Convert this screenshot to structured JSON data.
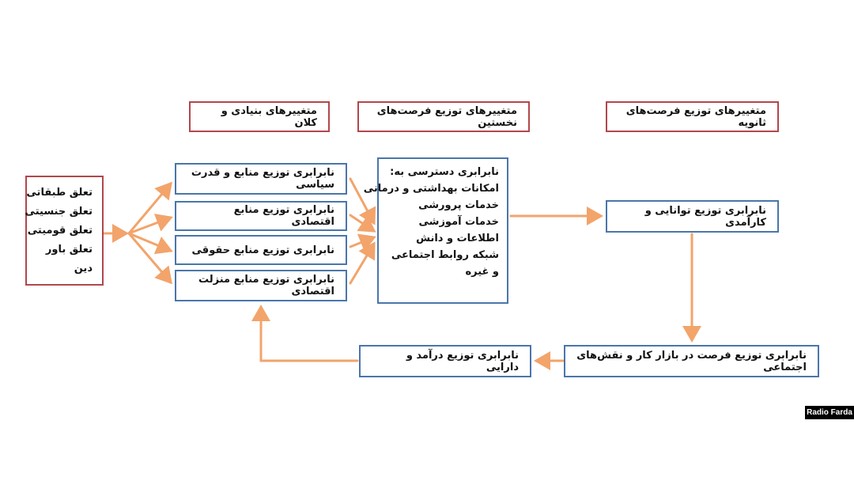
{
  "headers": {
    "secondary": "متغییرهای توزیع فرصت‌های ثانویه",
    "primary": "متغییرهای توزیع فرصت‌های نخستین",
    "basic": "متغییرهای بنیادی و کلان"
  },
  "affiliations": [
    "تعلق طبقاتی",
    "تعلق جنسیتی",
    "تعلق قومیتی",
    "تعلق باور",
    "دین"
  ],
  "middle": [
    "نابرابری توزیع منابع و قدرت سیاسی",
    "نابرابری توزیع منابع اقتصادی",
    "نابرابری توزیع منابع حقوقی",
    "نابرابری توزیع منابع منزلت اقتصادی"
  ],
  "access": {
    "title": "نابرابری دسترسی به:",
    "items": [
      "امکانات بهداشتی و درمانی",
      "خدمات پرورشی",
      "خدمات آموزشی",
      "اطلاعات و دانش",
      "شبکه روابط اجتماعی",
      "و غیره"
    ]
  },
  "capability": "نابرابری توزیع توانایی و کارآمدی",
  "labor": "نابرابری توزیع فرصت در بازار کار و نقش‌های اجتماعی",
  "income": "نابرابری توزیع درآمد و دارایی",
  "logo": "Radio Farda",
  "colors": {
    "arrow": "#f2a46b",
    "red_border": "#b2474b",
    "blue_border": "#4a76aa"
  }
}
